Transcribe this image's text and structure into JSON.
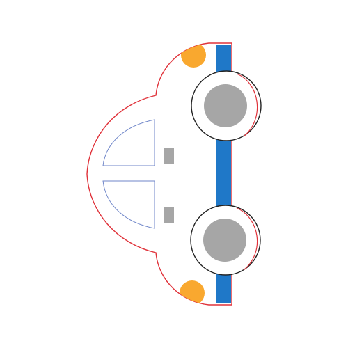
{
  "colors": {
    "background": "#ffffff",
    "body_outline": "#e0323a",
    "window_outline": "#6f86c9",
    "stripe": "#1f78c8",
    "wheel_outer": "#222222",
    "wheel_hub": "#a6a6a6",
    "headlight": "#f9a82f",
    "door_handle": "#a6a6a6"
  },
  "drawing": {
    "subject": "car-icon",
    "orientation": "rotated",
    "parts": [
      "car-body",
      "window-upper",
      "window-lower",
      "door-handle-upper",
      "door-handle-lower",
      "stripe",
      "wheel-top",
      "wheel-bottom",
      "headlight-top",
      "headlight-bottom"
    ]
  }
}
